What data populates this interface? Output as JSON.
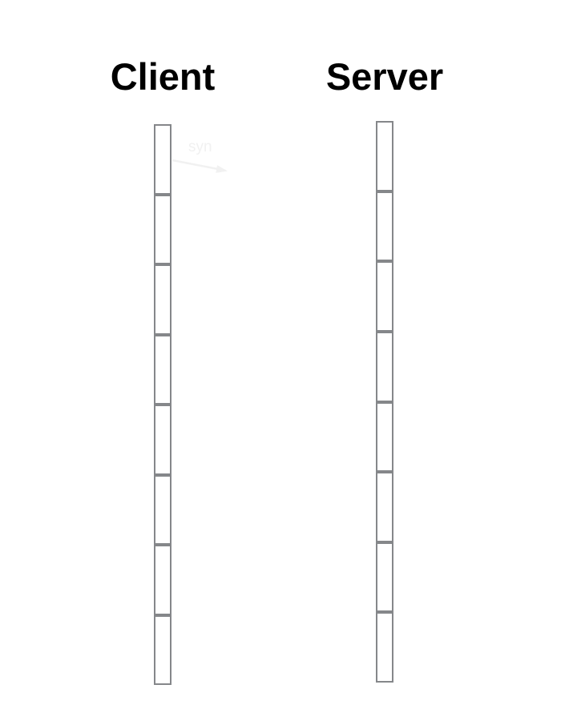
{
  "diagram": {
    "background": "#ffffff",
    "actors": [
      {
        "label": "Client",
        "segments": 8
      },
      {
        "label": "Server",
        "segments": 8
      }
    ],
    "message": {
      "label": "syn",
      "direction": "client-to-server"
    },
    "colors": {
      "title": "#000000",
      "lifeline_border": "#85878a",
      "lifeline_fill": "#ffffff",
      "faint_message": "#f1f1f1"
    }
  }
}
